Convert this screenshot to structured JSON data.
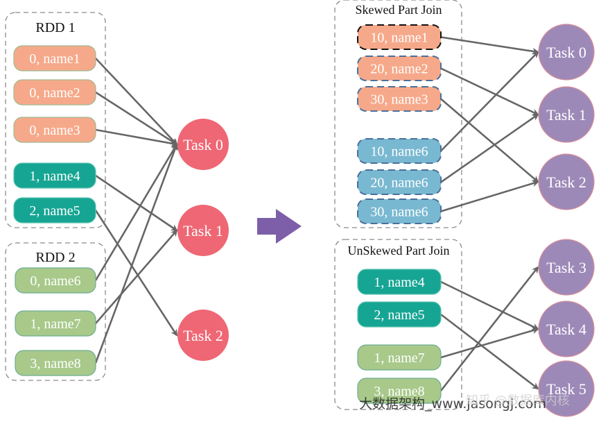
{
  "colors": {
    "orange": "#f6a98a",
    "teal": "#16a593",
    "lightgreen": "#a8c98a",
    "blue": "#79b8d1",
    "task_red": "#ef6774",
    "task_purple": "#9d89b8",
    "arrow": "#666666",
    "big_arrow": "#7d5ea8",
    "group_border": "#8a8a8a"
  },
  "left": {
    "rdd1": {
      "title": "RDD 1",
      "items": [
        {
          "label": "0, name1",
          "color": "orange"
        },
        {
          "label": "0, name2",
          "color": "orange"
        },
        {
          "label": "0, name3",
          "color": "orange"
        },
        {
          "label": "1, name4",
          "color": "teal"
        },
        {
          "label": "2, name5",
          "color": "teal"
        }
      ]
    },
    "rdd2": {
      "title": "RDD 2",
      "items": [
        {
          "label": "0, name6",
          "color": "lightgreen"
        },
        {
          "label": "1, name7",
          "color": "lightgreen"
        },
        {
          "label": "3, name8",
          "color": "lightgreen"
        }
      ]
    },
    "tasks": [
      "Task 0",
      "Task 1",
      "Task 2"
    ],
    "edges": [
      [
        "rdd1.0",
        0
      ],
      [
        "rdd1.1",
        0
      ],
      [
        "rdd1.2",
        0
      ],
      [
        "rdd1.3",
        1
      ],
      [
        "rdd1.4",
        2
      ],
      [
        "rdd2.0",
        0
      ],
      [
        "rdd2.1",
        1
      ],
      [
        "rdd2.2",
        0
      ]
    ]
  },
  "transition_arrow": "right-arrow",
  "right": {
    "skewed": {
      "title": "Skewed Part Join",
      "items": [
        {
          "label": "10, name1",
          "color": "orange",
          "dashed": true
        },
        {
          "label": "20, name2",
          "color": "orange",
          "dashed": true
        },
        {
          "label": "30, name3",
          "color": "orange",
          "dashed": true
        },
        {
          "label": "10, name6",
          "color": "blue",
          "dashed": true
        },
        {
          "label": "20, name6",
          "color": "blue",
          "dashed": true
        },
        {
          "label": "30, name6",
          "color": "blue",
          "dashed": true
        }
      ]
    },
    "unskewed": {
      "title": "UnSkewed Part Join",
      "items": [
        {
          "label": "1, name4",
          "color": "teal",
          "dashed": false
        },
        {
          "label": "2, name5",
          "color": "teal",
          "dashed": false
        },
        {
          "label": "1, name7",
          "color": "lightgreen",
          "dashed": false
        },
        {
          "label": "3, name8",
          "color": "lightgreen",
          "dashed": false
        }
      ]
    },
    "tasks": [
      "Task 0",
      "Task 1",
      "Task 2",
      "Task 3",
      "Task 4",
      "Task 5"
    ],
    "edges": [
      [
        "skewed.0",
        0
      ],
      [
        "skewed.1",
        1
      ],
      [
        "skewed.2",
        2
      ],
      [
        "skewed.3",
        0
      ],
      [
        "skewed.4",
        1
      ],
      [
        "skewed.5",
        2
      ],
      [
        "unskewed.0",
        4
      ],
      [
        "unskewed.1",
        5
      ],
      [
        "unskewed.2",
        4
      ],
      [
        "unskewed.3",
        3
      ]
    ]
  },
  "watermark": {
    "text1": "大数据架构_www.jasongj.com",
    "text2": "知乎 @数据库内核"
  }
}
